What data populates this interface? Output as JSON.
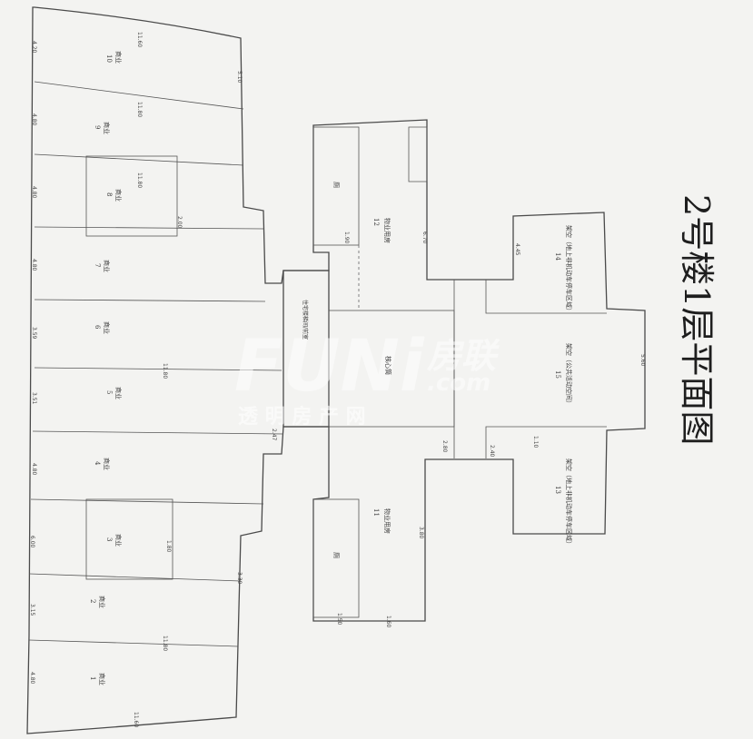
{
  "title": "2号楼1层平面图",
  "watermark": {
    "brand": "FUNi",
    "cn": "房联",
    "domain": ".com",
    "tagline": "透 明 房 产 网"
  },
  "shops": [
    {
      "id": "1",
      "use": "商业"
    },
    {
      "id": "2",
      "use": "商业"
    },
    {
      "id": "3",
      "use": "商业"
    },
    {
      "id": "4",
      "use": "商业"
    },
    {
      "id": "5",
      "use": "商业"
    },
    {
      "id": "6",
      "use": "商业"
    },
    {
      "id": "7",
      "use": "商业"
    },
    {
      "id": "8",
      "use": "商业"
    },
    {
      "id": "9",
      "use": "商业"
    },
    {
      "id": "10",
      "use": "商业"
    }
  ],
  "rooms": {
    "r11": {
      "id": "11",
      "use": "物业用房"
    },
    "r12": {
      "id": "12",
      "use": "物业用房"
    },
    "r13": {
      "id": "13",
      "use": "架空（地上非机动车停车区域）"
    },
    "r14": {
      "id": "14",
      "use": "架空（地上非机动车停车区域）"
    },
    "r15": {
      "id": "15",
      "use": "架空（公共活动空间）"
    },
    "core": "核心筒",
    "wc_top": "厕",
    "wc_bottom": "厕",
    "corridor": "住宅楼梯间/前室"
  },
  "dimensions": {
    "left_edge": [
      "4.80",
      "3.15",
      "6.00",
      "4.80",
      "3.51",
      "3.59",
      "4.80",
      "4.80",
      "4.80",
      "4.20"
    ],
    "top_edge": [
      "11.60",
      "11.80",
      "11.80",
      "11.80",
      "11.80"
    ],
    "bottom_edge": [
      "11.60"
    ],
    "misc": [
      "5.10",
      "2.00",
      "1.80",
      "3.30",
      "2.47",
      "1.90",
      "4.45",
      "5.60",
      "1.10",
      "2.40",
      "6.70",
      "1.50",
      "1.60",
      "2.80",
      "3.80"
    ]
  }
}
